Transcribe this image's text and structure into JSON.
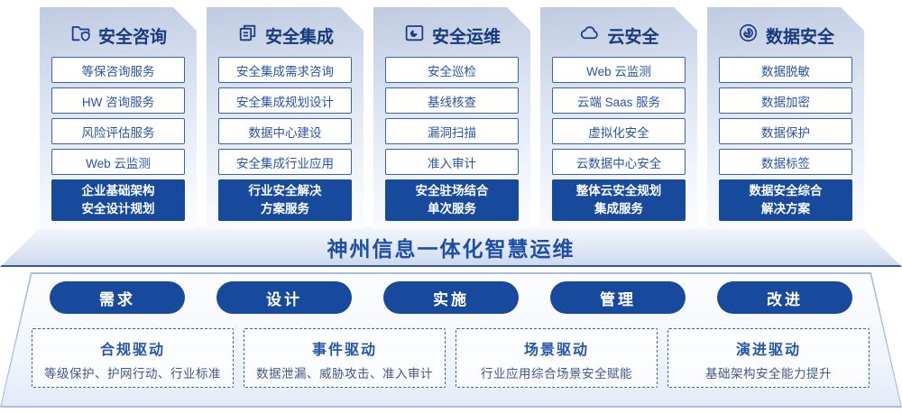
{
  "colors": {
    "primary_dark_blue": "#17499d",
    "item_border_blue": "#3a62ad",
    "item_text_blue": "#2a55a5",
    "header_navy": "#17397f",
    "banner_text_blue": "#1d4fa6"
  },
  "columns": [
    {
      "title": "安全咨询",
      "icon": "folder-shield-icon",
      "items": [
        "等保咨询服务",
        "HW 咨询服务",
        "风险评估服务",
        "Web 云监测"
      ],
      "footer_line1": "企业基础架构",
      "footer_line2": "安全设计规划"
    },
    {
      "title": "安全集成",
      "icon": "stacked-documents-icon",
      "items": [
        "安全集成需求咨询",
        "安全集成规划设计",
        "数据中心建设",
        "安全集成行业应用"
      ],
      "footer_line1": "行业安全解决",
      "footer_line2": "方案服务"
    },
    {
      "title": "安全运维",
      "icon": "pie-chart-box-icon",
      "items": [
        "安全巡检",
        "基线核查",
        "漏洞扫描",
        "准入审计"
      ],
      "footer_line1": "安全驻场结合",
      "footer_line2": "单次服务"
    },
    {
      "title": "云安全",
      "icon": "cloud-icon",
      "items": [
        "Web 云监测",
        "云端 Saas 服务",
        "虚拟化安全",
        "云数据中心安全"
      ],
      "footer_line1": "整体云安全规划",
      "footer_line2": "集成服务"
    },
    {
      "title": "数据安全",
      "icon": "spiral-data-icon",
      "items": [
        "数据脱敏",
        "数据加密",
        "数据保护",
        "数据标签"
      ],
      "footer_line1": "数据安全综合",
      "footer_line2": "解决方案"
    }
  ],
  "banner": {
    "title": "神州信息一体化智慧运维"
  },
  "process_pills": [
    {
      "label": "需求"
    },
    {
      "label": "设计"
    },
    {
      "label": "实施"
    },
    {
      "label": "管理"
    },
    {
      "label": "改进"
    }
  ],
  "drivers": [
    {
      "title": "合规驱动",
      "subtitle": "等级保护、护网行动、行业标准"
    },
    {
      "title": "事件驱动",
      "subtitle": "数据泄漏、威胁攻击、准入审计"
    },
    {
      "title": "场景驱动",
      "subtitle": "行业应用综合场景安全赋能"
    },
    {
      "title": "演进驱动",
      "subtitle": "基础架构安全能力提升"
    }
  ]
}
